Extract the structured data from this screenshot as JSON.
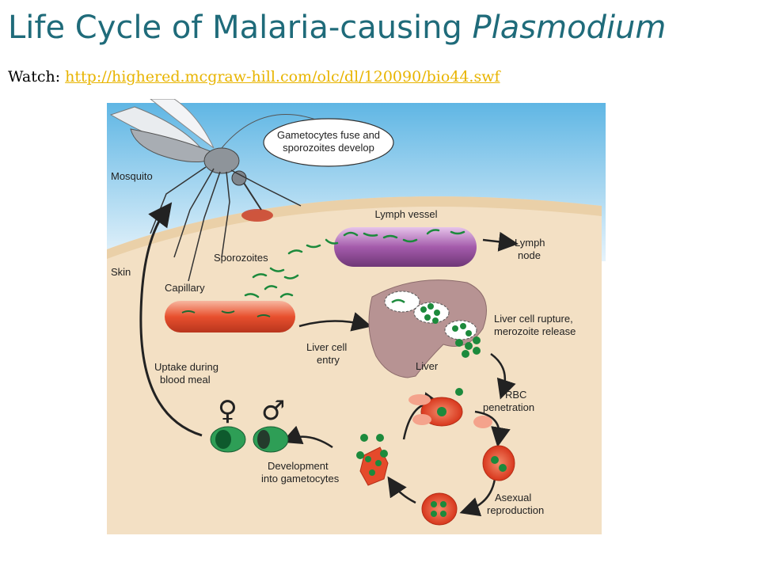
{
  "title": {
    "main": "Life Cycle of Malaria-causing ",
    "italic": "Plasmodium"
  },
  "watch": {
    "label": "Watch: ",
    "url": "http://highered.mcgraw-hill.com/olc/dl/120090/bio44.swf"
  },
  "diagram": {
    "labels": {
      "mosquito": "Mosquito",
      "skin": "Skin",
      "bubble_line1": "Gametocytes fuse and",
      "bubble_line2": "sporozoites develop",
      "lymph_vessel": "Lymph vessel",
      "lymph_node_1": "Lymph",
      "lymph_node_2": "node",
      "sporozoites": "Sporozoites",
      "capillary": "Capillary",
      "liver_entry_1": "Liver cell",
      "liver_entry_2": "entry",
      "liver": "Liver",
      "rupture_1": "Liver cell rupture,",
      "rupture_2": "merozoite release",
      "rbc_1": "RBC",
      "rbc_2": "penetration",
      "asexual_1": "Asexual",
      "asexual_2": "reproduction",
      "gameto_1": "Development",
      "gameto_2": "into gametocytes",
      "uptake_1": "Uptake during",
      "uptake_2": "blood meal",
      "female": "♀",
      "male": "♂"
    }
  }
}
